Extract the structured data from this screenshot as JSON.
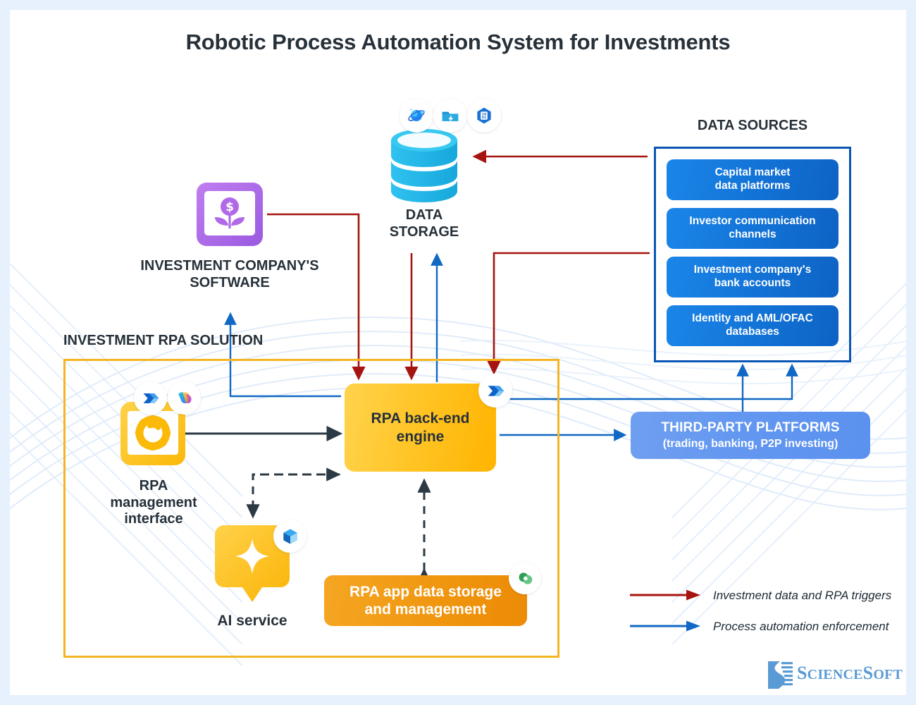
{
  "title": "Robotic Process Automation System for Investments",
  "nodes": {
    "data_storage": {
      "label_line1": "DATA",
      "label_line2": "STORAGE",
      "icon": "database-cylinder-icon",
      "badges": [
        "azure-synapse-globe-icon",
        "azure-data-factory-icon",
        "azure-data-lake-icon"
      ]
    },
    "investment_software": {
      "label_line1": "INVESTMENT COMPANY'S",
      "label_line2": "SOFTWARE",
      "icon": "money-plant-growth-icon"
    },
    "rpa_management": {
      "label_line1": "RPA",
      "label_line2": "management",
      "label_line3": "interface",
      "icon": "gear-window-icon",
      "badges": [
        "power-automate-icon",
        "microsoft-copilot-icon"
      ]
    },
    "ai_service": {
      "label": "AI service",
      "icon": "sparkle-chat-bubble-icon",
      "badges": [
        "azure-ai-foundry-icon"
      ]
    },
    "rpa_engine": {
      "label_line1": "RPA back-end",
      "label_line2": "engine",
      "badges": [
        "power-automate-icon"
      ]
    },
    "rpa_app_data": {
      "label_line1": "RPA app data storage",
      "label_line2": "and management",
      "badges": [
        "microsoft-dataverse-icon"
      ]
    },
    "third_party": {
      "label_line1": "THIRD-PARTY PLATFORMS",
      "label_line2": "(trading, banking, P2P investing)"
    }
  },
  "data_sources": {
    "title": "DATA SOURCES",
    "items": [
      {
        "line1": "Capital market",
        "line2": "data platforms"
      },
      {
        "line1": "Investor communication",
        "line2": "channels"
      },
      {
        "line1": "Investment company's",
        "line2": "bank accounts"
      },
      {
        "line1": "Identity and AML/OFAC",
        "line2": "databases"
      }
    ]
  },
  "rpa_solution": {
    "title": "INVESTMENT RPA SOLUTION"
  },
  "legend": {
    "items": [
      {
        "label": "Investment data and RPA triggers",
        "color": "#a5140f",
        "arrow": "red-arrow-icon"
      },
      {
        "label": "Process automation enforcement",
        "color": "#1068c4",
        "arrow": "blue-arrow-icon"
      }
    ]
  },
  "branding": {
    "name_part1": "S",
    "name_part2": "CIENCE",
    "name_part3": "S",
    "name_part4": "OFT",
    "logo_icon": "sciencesoft-logo-icon"
  },
  "colors": {
    "page_border": "#e6f1fd",
    "red_flow": "#a5140f",
    "blue_flow": "#1068c4",
    "dark_flow": "#2b3a45",
    "rpa_frame": "#f5b521",
    "data_sources_border": "#0a56b5",
    "engine_yellow": "#ffc425",
    "app_data_orange": "#f0960f",
    "third_party_blue": "#6296f0",
    "database_cyan": "#29b6e8",
    "software_purple": "#b06ae8"
  }
}
